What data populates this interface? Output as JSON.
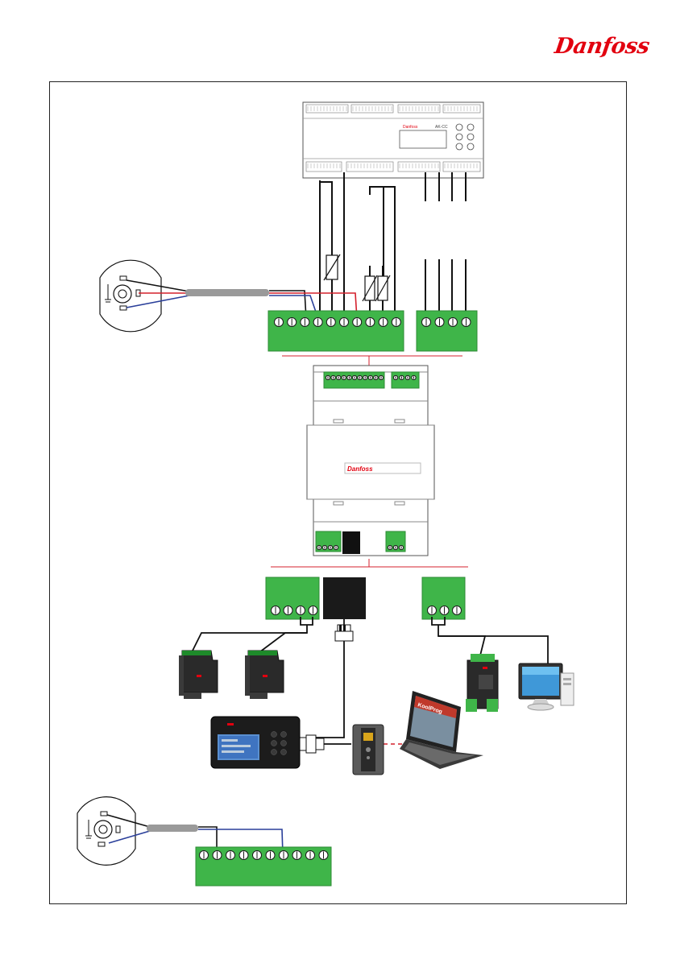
{
  "header": {
    "brand": "Danfoss"
  },
  "devices": {
    "controller_brand": "Danfoss",
    "controller_model": "AK-CC",
    "module_brand": "Danfoss",
    "laptop_screen": "KoolProg"
  },
  "colors": {
    "terminal_green": "#3fb549",
    "terminal_dark": "#2d8a34",
    "wire_red": "#d4202c",
    "wire_blue": "#2a3f9a",
    "bus_red": "#d4202c",
    "brand_red": "#e2000f"
  },
  "icons": [
    "pressure-transmitter-icon",
    "thermistor-icon",
    "din-rail-module-icon",
    "display-icon",
    "gateway-icon",
    "laptop-icon",
    "monitor-icon",
    "pc-tower-icon",
    "rj-connector-icon"
  ]
}
